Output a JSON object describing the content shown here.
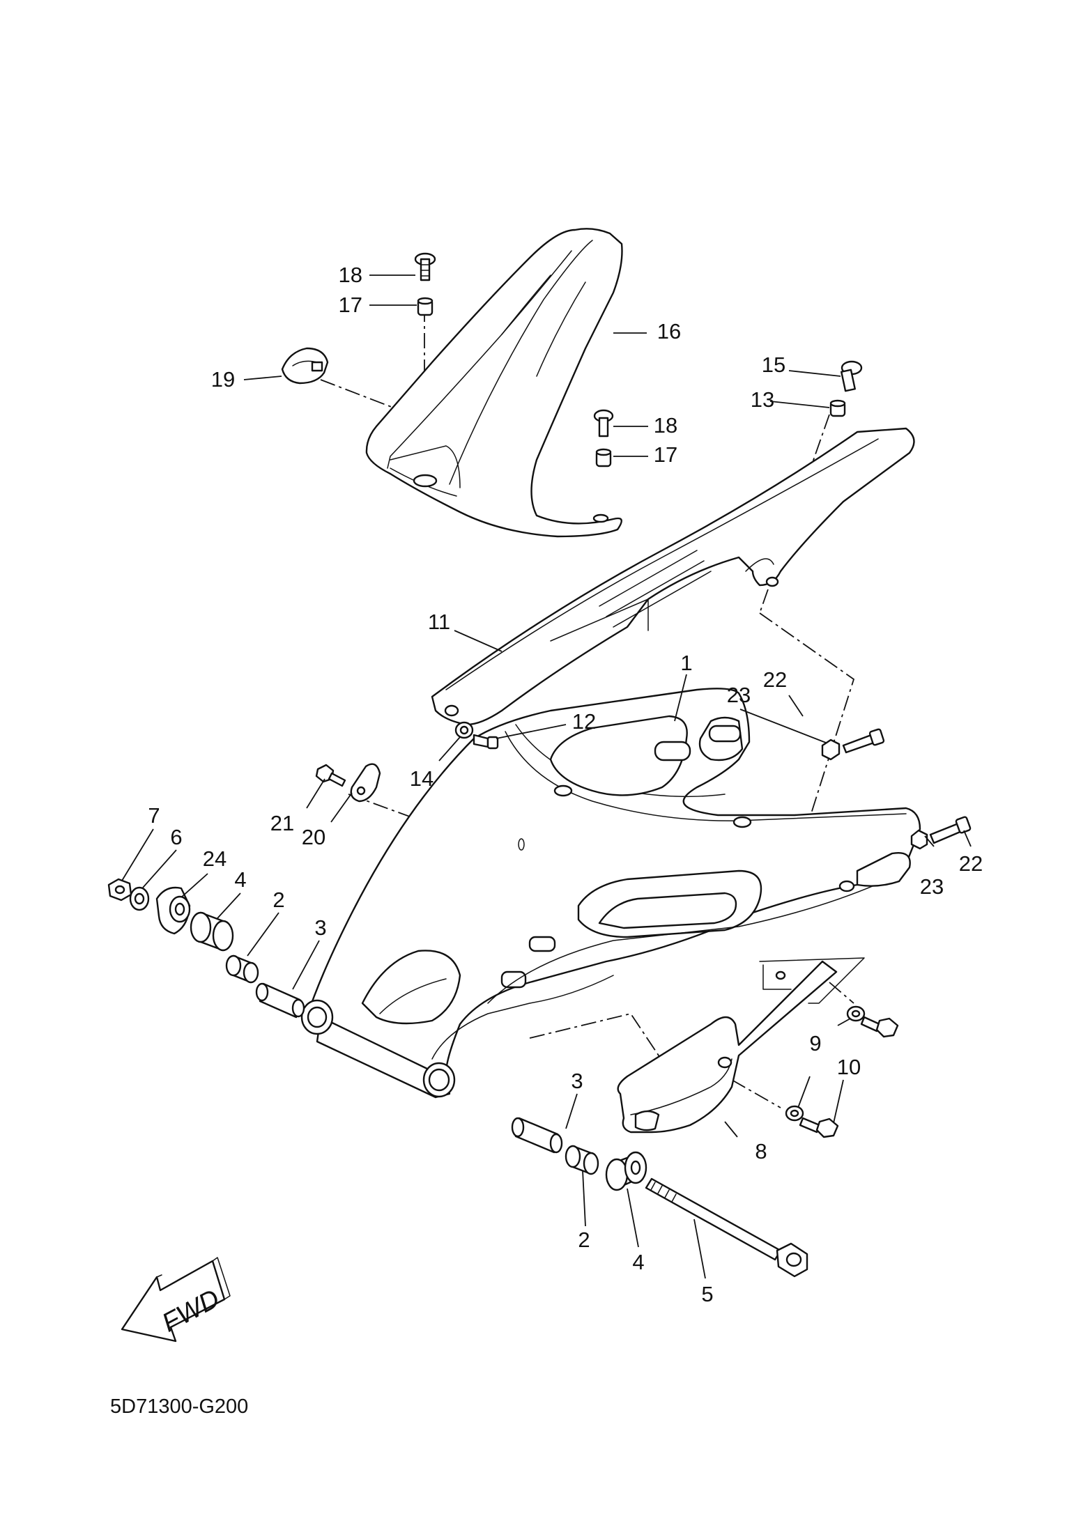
{
  "diagram": {
    "drawing_code": "5D71300-G200",
    "direction_label": "FWD",
    "callouts": [
      {
        "id": "c1",
        "text": "1"
      },
      {
        "id": "c2a",
        "text": "2"
      },
      {
        "id": "c2b",
        "text": "2"
      },
      {
        "id": "c3a",
        "text": "3"
      },
      {
        "id": "c3b",
        "text": "3"
      },
      {
        "id": "c4a",
        "text": "4"
      },
      {
        "id": "c4b",
        "text": "4"
      },
      {
        "id": "c5",
        "text": "5"
      },
      {
        "id": "c6",
        "text": "6"
      },
      {
        "id": "c7",
        "text": "7"
      },
      {
        "id": "c8",
        "text": "8"
      },
      {
        "id": "c9",
        "text": "9"
      },
      {
        "id": "c10",
        "text": "10"
      },
      {
        "id": "c11",
        "text": "11"
      },
      {
        "id": "c12",
        "text": "12"
      },
      {
        "id": "c13",
        "text": "13"
      },
      {
        "id": "c14",
        "text": "14"
      },
      {
        "id": "c15",
        "text": "15"
      },
      {
        "id": "c16",
        "text": "16"
      },
      {
        "id": "c17a",
        "text": "17"
      },
      {
        "id": "c17b",
        "text": "17"
      },
      {
        "id": "c18a",
        "text": "18"
      },
      {
        "id": "c18b",
        "text": "18"
      },
      {
        "id": "c19",
        "text": "19"
      },
      {
        "id": "c20",
        "text": "20"
      },
      {
        "id": "c21",
        "text": "21"
      },
      {
        "id": "c22a",
        "text": "22"
      },
      {
        "id": "c22b",
        "text": "22"
      },
      {
        "id": "c23a",
        "text": "23"
      },
      {
        "id": "c23b",
        "text": "23"
      },
      {
        "id": "c24",
        "text": "24"
      }
    ]
  }
}
